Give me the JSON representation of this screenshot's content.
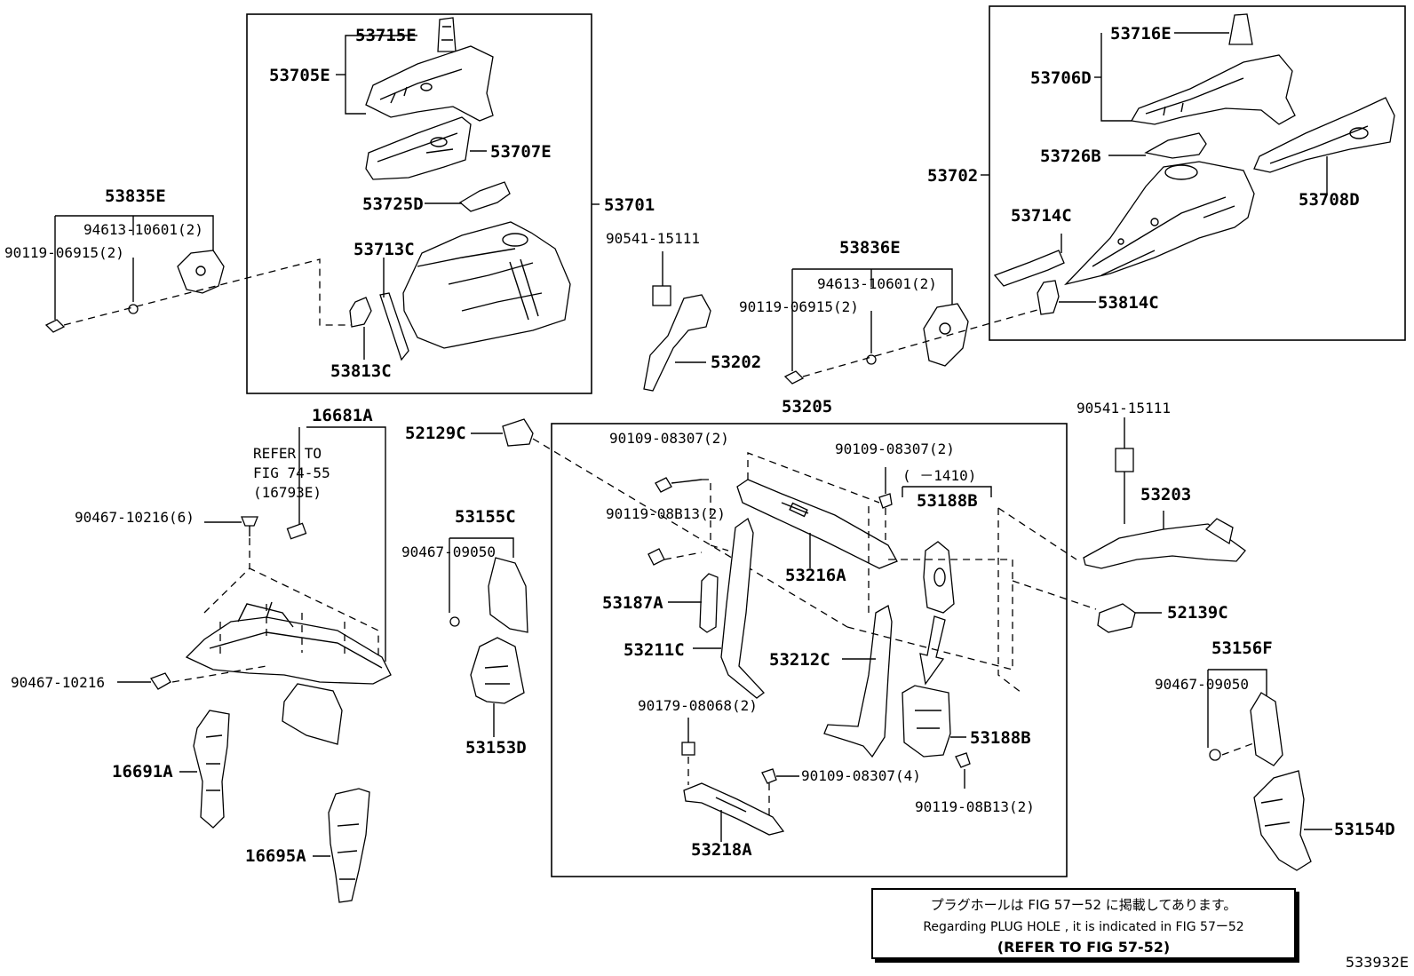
{
  "parts": {
    "p53715E": "53715E",
    "p53705E": "53705E",
    "p53707E": "53707E",
    "p53725D": "53725D",
    "p53701": "53701",
    "p53713C": "53713C",
    "p53813C": "53813C",
    "p53835E": "53835E",
    "p94613a": "94613-10601(2)",
    "p90119a": "90119-06915(2)",
    "p90541a": "90541-15111",
    "p53202": "53202",
    "p53836E": "53836E",
    "p94613b": "94613-10601(2)",
    "p90119b": "90119-06915(2)",
    "p53716E": "53716E",
    "p53706D": "53706D",
    "p53702": "53702",
    "p53726B": "53726B",
    "p53708D": "53708D",
    "p53714C": "53714C",
    "p53814C": "53814C",
    "p16681A": "16681A",
    "refer1": "REFER TO",
    "refer2": "FIG 74-55",
    "refer3": "(16793E)",
    "p90467a": "90467-10216(6)",
    "p90467b": "90467-10216",
    "p16691A": "16691A",
    "p16695A": "16695A",
    "p52129C": "52129C",
    "p53155C": "53155C",
    "p90467c": "90467-09050",
    "p53153D": "53153D",
    "p53205": "53205",
    "p90109a": "90109-08307(2)",
    "p90109b": "90109-08307(2)",
    "p1410": "( －1410)",
    "p53188Ba": "53188B",
    "p90119c": "90119-08B13(2)",
    "p53216A": "53216A",
    "p53187A": "53187A",
    "p53211C": "53211C",
    "p53212C": "53212C",
    "p90179": "90179-08068(2)",
    "p53188Bb": "53188B",
    "p90109c": "90109-08307(4)",
    "p90119d": "90119-08B13(2)",
    "p53218A": "53218A",
    "p90541b": "90541-15111",
    "p53203": "53203",
    "p52139C": "52139C",
    "p53156F": "53156F",
    "p90467d": "90467-09050",
    "p53154D": "53154D"
  },
  "note": {
    "line1": "プラグホールは FIG 57ー52 に掲載してあります。",
    "line2": "Regarding PLUG HOLE , it is indicated in FIG 57ー52",
    "line3": "(REFER TO FIG 57-52)"
  },
  "figure_id": "533932E"
}
